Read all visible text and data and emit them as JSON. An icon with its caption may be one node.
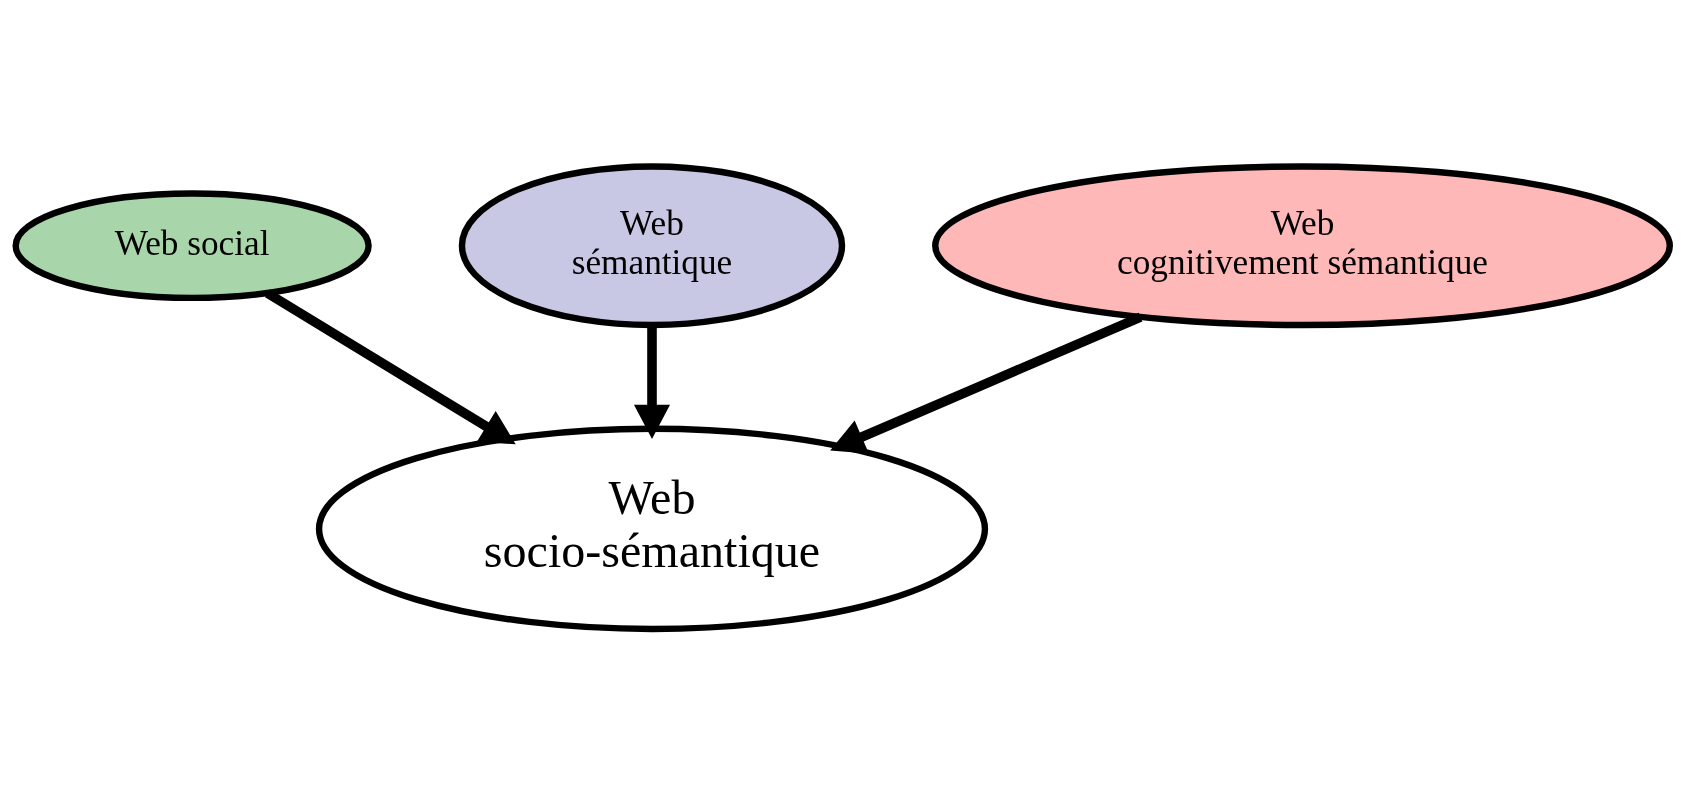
{
  "diagram": {
    "nodes": [
      {
        "text": [
          "Web social"
        ]
      },
      {
        "text": [
          "Web sémantique"
        ]
      },
      {
        "text": [
          "Web socio-sémantique"
        ]
      },
      {
        "text": [
          "Web cognitivement sémantique"
        ]
      }
    ],
    "edges": [
      {
        "from": 0,
        "to": 2,
        "arrow": "to"
      },
      {
        "from": 1,
        "to": 2,
        "arrow": "to"
      },
      {
        "from": 3,
        "to": 2,
        "arrow": "to"
      }
    ]
  }
}
